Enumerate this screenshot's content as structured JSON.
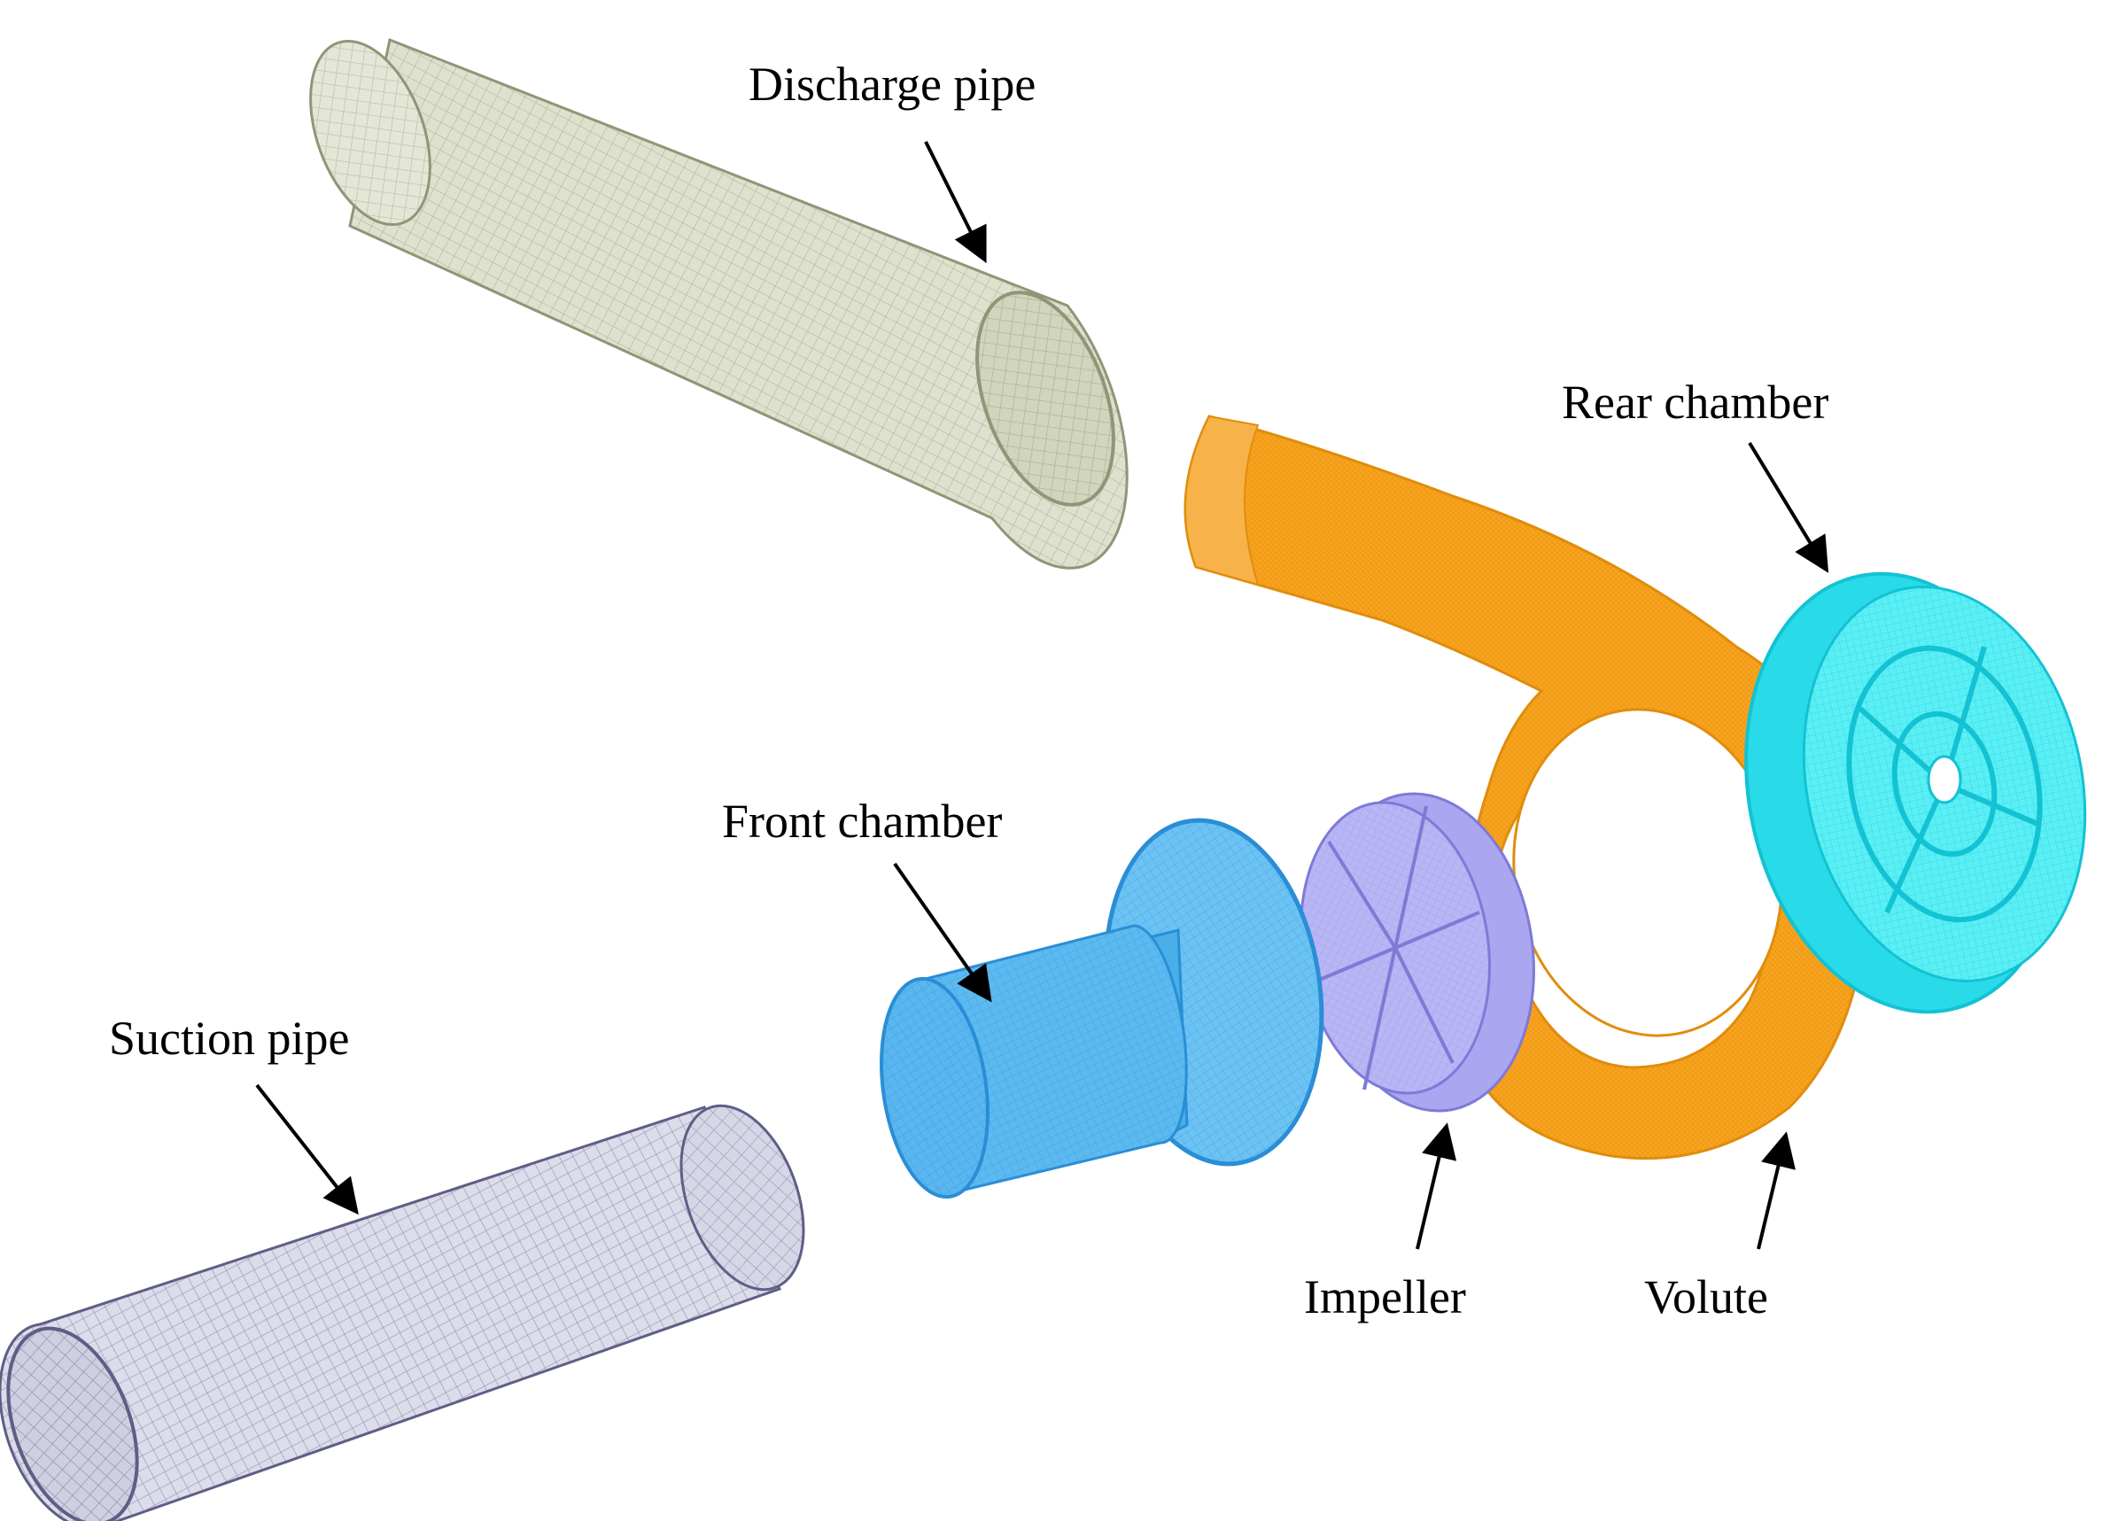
{
  "labels": {
    "discharge_pipe": "Discharge pipe",
    "rear_chamber": "Rear chamber",
    "front_chamber": "Front chamber",
    "suction_pipe": "Suction pipe",
    "impeller": "Impeller",
    "volute": "Volute"
  },
  "colors": {
    "discharge_pipe": "#c9cdb2",
    "discharge_pipe_line": "#8f9677",
    "suction_pipe": "#c6c6da",
    "suction_pipe_line": "#5e5e86",
    "volute": "#f9a41e",
    "volute_mesh": "#d98a10",
    "impeller": "#a9a6f2",
    "impeller_line": "#7e7ad6",
    "front_chamber": "#57b6f0",
    "front_chamber_line": "#2a8ed6",
    "rear_chamber": "#2ee3ee",
    "rear_chamber_line": "#13c2d3",
    "arrow": "#000000"
  }
}
